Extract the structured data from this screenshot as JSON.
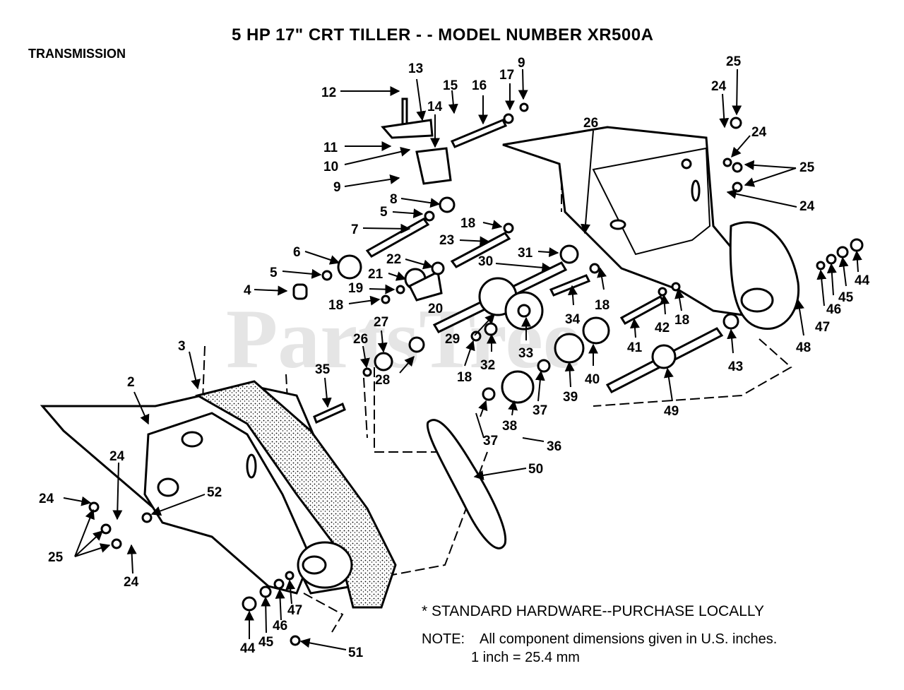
{
  "header": {
    "title": "5 HP  17\" CRT TILLER - - MODEL NUMBER XR500A",
    "section": "TRANSMISSION"
  },
  "watermark": "PartsTree",
  "notes": {
    "standard_hardware": "* STANDARD HARDWARE--PURCHASE LOCALLY",
    "note_label": "NOTE:",
    "dimensions_line1": "All component dimensions given in U.S. inches.",
    "dimensions_line2": "1 inch = 25.4 mm"
  },
  "callouts": [
    {
      "id": "c13",
      "text": "13"
    },
    {
      "id": "c9a",
      "text": "9"
    },
    {
      "id": "c12",
      "text": "12"
    },
    {
      "id": "c15",
      "text": "15"
    },
    {
      "id": "c16",
      "text": "16"
    },
    {
      "id": "c17",
      "text": "17"
    },
    {
      "id": "c14",
      "text": "14"
    },
    {
      "id": "c25a",
      "text": "25"
    },
    {
      "id": "c24a",
      "text": "24"
    },
    {
      "id": "c26a",
      "text": "26"
    },
    {
      "id": "c24b",
      "text": "24"
    },
    {
      "id": "c11",
      "text": "11"
    },
    {
      "id": "c10",
      "text": "10"
    },
    {
      "id": "c25b",
      "text": "25"
    },
    {
      "id": "c9b",
      "text": "9"
    },
    {
      "id": "c24c",
      "text": "24"
    },
    {
      "id": "c8",
      "text": "8"
    },
    {
      "id": "c5a",
      "text": "5"
    },
    {
      "id": "c18a",
      "text": "18"
    },
    {
      "id": "c7",
      "text": "7"
    },
    {
      "id": "c23",
      "text": "23"
    },
    {
      "id": "c31",
      "text": "31"
    },
    {
      "id": "c6",
      "text": "6"
    },
    {
      "id": "c22",
      "text": "22"
    },
    {
      "id": "c30",
      "text": "30"
    },
    {
      "id": "c5b",
      "text": "5"
    },
    {
      "id": "c21",
      "text": "21"
    },
    {
      "id": "c44a",
      "text": "44"
    },
    {
      "id": "c4",
      "text": "4"
    },
    {
      "id": "c19",
      "text": "19"
    },
    {
      "id": "c18b",
      "text": "18"
    },
    {
      "id": "c45a",
      "text": "45"
    },
    {
      "id": "c18c",
      "text": "18"
    },
    {
      "id": "c20",
      "text": "20"
    },
    {
      "id": "c46a",
      "text": "46"
    },
    {
      "id": "c18d",
      "text": "18"
    },
    {
      "id": "c34",
      "text": "34"
    },
    {
      "id": "c42",
      "text": "42"
    },
    {
      "id": "c47a",
      "text": "47"
    },
    {
      "id": "c27",
      "text": "27"
    },
    {
      "id": "c29",
      "text": "29"
    },
    {
      "id": "c41",
      "text": "41"
    },
    {
      "id": "c26b",
      "text": "26"
    },
    {
      "id": "c3",
      "text": "3"
    },
    {
      "id": "c33",
      "text": "33"
    },
    {
      "id": "c48",
      "text": "48"
    },
    {
      "id": "c32",
      "text": "32"
    },
    {
      "id": "c40",
      "text": "40"
    },
    {
      "id": "c43",
      "text": "43"
    },
    {
      "id": "c28",
      "text": "28"
    },
    {
      "id": "c18e",
      "text": "18"
    },
    {
      "id": "c2",
      "text": "2"
    },
    {
      "id": "c35",
      "text": "35"
    },
    {
      "id": "c39",
      "text": "39"
    },
    {
      "id": "c37a",
      "text": "37"
    },
    {
      "id": "c49",
      "text": "49"
    },
    {
      "id": "c38",
      "text": "38"
    },
    {
      "id": "c37b",
      "text": "37"
    },
    {
      "id": "c36",
      "text": "36"
    },
    {
      "id": "c24d",
      "text": "24"
    },
    {
      "id": "c50",
      "text": "50"
    },
    {
      "id": "c24e",
      "text": "24"
    },
    {
      "id": "c52",
      "text": "52"
    },
    {
      "id": "c25c",
      "text": "25"
    },
    {
      "id": "c24f",
      "text": "24"
    },
    {
      "id": "c47b",
      "text": "47"
    },
    {
      "id": "c46b",
      "text": "46"
    },
    {
      "id": "c44b",
      "text": "44"
    },
    {
      "id": "c45b",
      "text": "45"
    },
    {
      "id": "c51",
      "text": "51"
    }
  ]
}
